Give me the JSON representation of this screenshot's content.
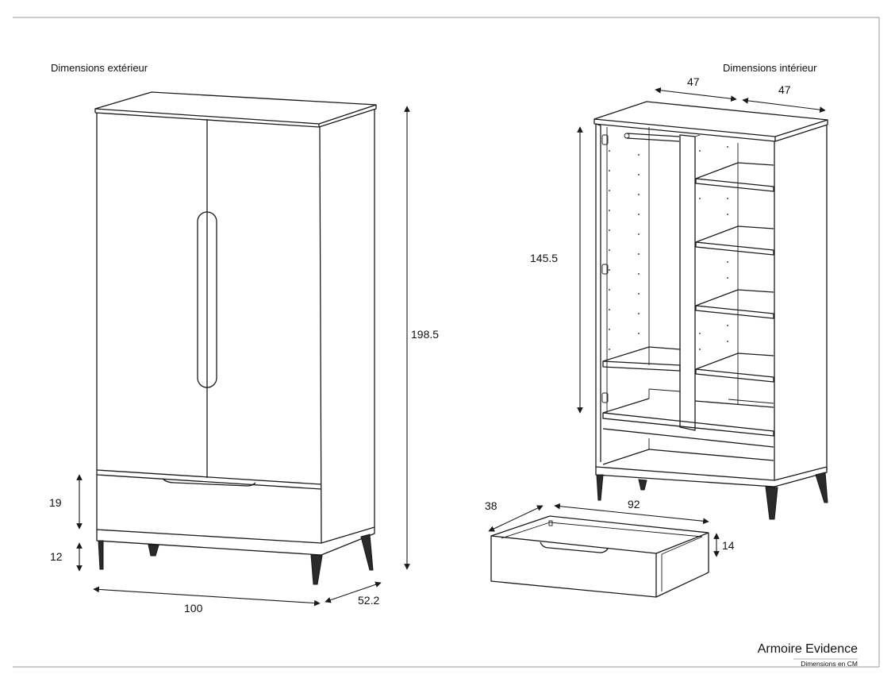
{
  "sheet": {
    "title": "Armoire Evidence",
    "units_note": "Dimensions en CM"
  },
  "exterior": {
    "heading": "Dimensions extérieur",
    "dims": {
      "height": "198.5",
      "width": "100",
      "depth": "52.2",
      "drawer_front": "19",
      "base": "12"
    }
  },
  "interior": {
    "heading": "Dimensions intérieur",
    "dims": {
      "left_width": "47",
      "right_width": "47",
      "hanging_height": "145.5"
    }
  },
  "drawer": {
    "dims": {
      "depth": "38",
      "width": "92",
      "height": "14"
    }
  },
  "colors": {
    "line": "#1a1a1a",
    "frame": "#9a9a9a",
    "background": "#ffffff"
  }
}
